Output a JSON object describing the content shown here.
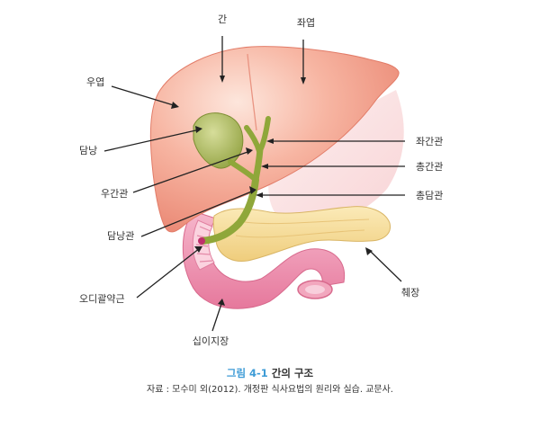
{
  "labels": {
    "liver": "간",
    "left_lobe": "좌엽",
    "right_lobe": "우엽",
    "gallbladder": "담낭",
    "right_hepatic_duct": "우간관",
    "cystic_duct": "담낭관",
    "sphincter_of_oddi": "오디괄약근",
    "duodenum": "십이지장",
    "left_hepatic_duct": "좌간관",
    "common_hepatic_duct": "총간관",
    "common_bile_duct": "총담관",
    "pancreas": "췌장"
  },
  "caption": {
    "figure_number": "그림 4-1",
    "title": "간의 구조",
    "source": "자료 : 모수미 외(2012). 개정판 식사요법의 원리와 실습. 교문사."
  },
  "colors": {
    "liver": "#f4a08d",
    "gallbladder": "#a8b85a",
    "bile_duct": "#8fa73a",
    "pancreas": "#f7dc95",
    "duodenum": "#ef8fb0",
    "stomach_shadow": "#fbe4e6",
    "caption_accent": "#3d9bd6"
  }
}
